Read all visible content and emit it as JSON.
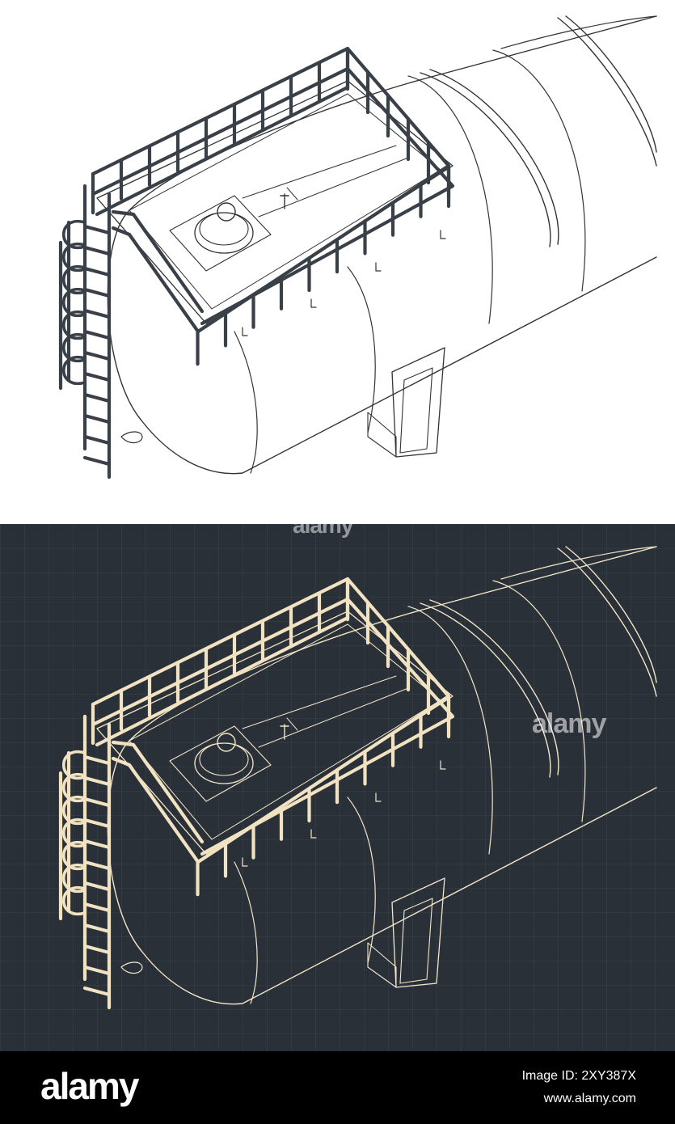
{
  "colors": {
    "light_background": "#ffffff",
    "light_stroke": "#333333",
    "light_railing": "#3a4048",
    "dark_background": "#2a3038",
    "dark_stroke": "#f3e6c9",
    "dark_railing": "#f1e2c2",
    "footer_background": "#000000",
    "footer_text": "#ffffff"
  },
  "drawings": [
    {
      "theme": "light",
      "subject": "horizontal storage tank with railed top platform and caged ladder"
    },
    {
      "theme": "dark",
      "subject": "horizontal storage tank with railed top platform and caged ladder"
    }
  ],
  "watermark": {
    "text": "alamy"
  },
  "footer": {
    "brand": "alamy",
    "image_id": "Image ID: 2XY387X",
    "site": "www.alamy.com"
  }
}
